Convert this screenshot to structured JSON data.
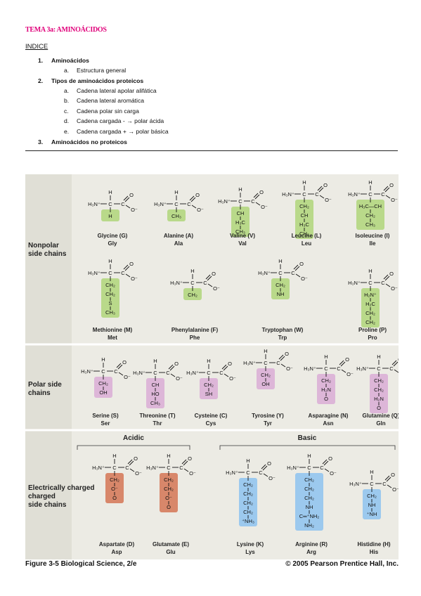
{
  "doc": {
    "title": "TEMA 3a: AMINOÁCIDOS",
    "indice": "INDICE",
    "toc": [
      {
        "level": 1,
        "num": "1.",
        "text": "Aminoácidos"
      },
      {
        "level": 2,
        "num": "a.",
        "text": "Estructura general"
      },
      {
        "level": 1,
        "num": "2.",
        "text": "Tipos de aminoácidos proteicos"
      },
      {
        "level": 2,
        "num": "a.",
        "text": "Cadena lateral apolar alifática"
      },
      {
        "level": 2,
        "num": "b.",
        "text": "Cadena lateral aromática"
      },
      {
        "level": 2,
        "num": "c.",
        "text": "Cadena polar sin carga"
      },
      {
        "level": 2,
        "num": "d.",
        "text": "Cadena cargada - → polar ácida"
      },
      {
        "level": 2,
        "num": "e.",
        "text": "Cadena cargada + → polar básica"
      },
      {
        "level": 1,
        "num": "3.",
        "text": "Aminoácidos no proteicos"
      }
    ]
  },
  "figure": {
    "colors": {
      "nonpolar": "#b9d98a",
      "polar": "#ddb6d8",
      "acidic": "#d8876a",
      "basic": "#9cc9ee",
      "panel": "#ecebe4",
      "label_band": "#e0dfd6"
    },
    "sections": {
      "nonpolar": "Nonpolar side chains",
      "polar": "Polar side chains",
      "charged": "Electrically charged side chains",
      "acidic": "Acidic",
      "basic": "Basic"
    },
    "group_labels": {
      "amino": "H₃N⁺",
      "alpha_h": "H",
      "carboxyl_o": "O",
      "carboxyl_ominus": "O⁻",
      "carbon": "C"
    },
    "amino_acids": [
      {
        "name": "Glycine (G)",
        "abbr": "Gly",
        "side": [
          "H"
        ],
        "kind": "nonpolar"
      },
      {
        "name": "Alanine (A)",
        "abbr": "Ala",
        "side": [
          "CH₃"
        ],
        "kind": "nonpolar"
      },
      {
        "name": "Valine (V)",
        "abbr": "Val",
        "side": [
          "CH",
          "H₃C",
          "CH₃"
        ],
        "kind": "nonpolar"
      },
      {
        "name": "Leucine (L)",
        "abbr": "Leu",
        "side": [
          "CH₂",
          "CH",
          "H₃C",
          "CH₃"
        ],
        "kind": "nonpolar"
      },
      {
        "name": "Isoleucine (I)",
        "abbr": "Ile",
        "side": [
          "H₃C—CH",
          "CH₂",
          "CH₃"
        ],
        "kind": "nonpolar"
      },
      {
        "name": "Methionine (M)",
        "abbr": "Met",
        "side": [
          "CH₂",
          "CH₂",
          "S",
          "CH₃"
        ],
        "kind": "nonpolar"
      },
      {
        "name": "Phenylalanine (F)",
        "abbr": "Phe",
        "side": [
          "CH₂"
        ],
        "kind": "nonpolar"
      },
      {
        "name": "Tryptophan (W)",
        "abbr": "Trp",
        "side": [
          "CH₂",
          "NH"
        ],
        "kind": "nonpolar"
      },
      {
        "name": "Proline (P)",
        "abbr": "Pro",
        "side": [
          "H₂N⁺",
          "H₂C",
          "CH₂",
          "CH₂"
        ],
        "kind": "nonpolar"
      },
      {
        "name": "Serine (S)",
        "abbr": "Ser",
        "side": [
          "CH₂",
          "OH"
        ],
        "kind": "polar"
      },
      {
        "name": "Threonine (T)",
        "abbr": "Thr",
        "side": [
          "CH",
          "HO",
          "CH₃"
        ],
        "kind": "polar"
      },
      {
        "name": "Cysteine (C)",
        "abbr": "Cys",
        "side": [
          "CH₂",
          "SH"
        ],
        "kind": "polar"
      },
      {
        "name": "Tyrosine (Y)",
        "abbr": "Tyr",
        "side": [
          "CH₂",
          "OH"
        ],
        "kind": "polar"
      },
      {
        "name": "Asparagine (N)",
        "abbr": "Asn",
        "side": [
          "CH₂",
          "H₂N",
          "O"
        ],
        "kind": "polar"
      },
      {
        "name": "Glutamine (Q)",
        "abbr": "Gln",
        "side": [
          "CH₂",
          "CH₂",
          "H₂N",
          "O"
        ],
        "kind": "polar"
      },
      {
        "name": "Aspartate (D)",
        "abbr": "Asp",
        "side": [
          "CH₂",
          "O⁻",
          "O"
        ],
        "kind": "acidic"
      },
      {
        "name": "Glutamate (E)",
        "abbr": "Glu",
        "side": [
          "CH₂",
          "CH₂",
          "O⁻",
          "O"
        ],
        "kind": "acidic"
      },
      {
        "name": "Lysine (K)",
        "abbr": "Lys",
        "side": [
          "CH₂",
          "CH₂",
          "CH₂",
          "CH₂",
          "⁺NH₃"
        ],
        "kind": "basic"
      },
      {
        "name": "Arginine (R)",
        "abbr": "Arg",
        "side": [
          "CH₂",
          "CH₂",
          "CH₂",
          "NH",
          "C═⁺NH₂",
          "NH₂"
        ],
        "kind": "basic"
      },
      {
        "name": "Histidine (H)",
        "abbr": "His",
        "side": [
          "CH₂",
          "NH",
          "⁺NH"
        ],
        "kind": "basic"
      }
    ],
    "caption_left": "Figure 3-5  Biological Science, 2/e",
    "caption_right": "© 2005 Pearson Prentice Hall, Inc."
  }
}
